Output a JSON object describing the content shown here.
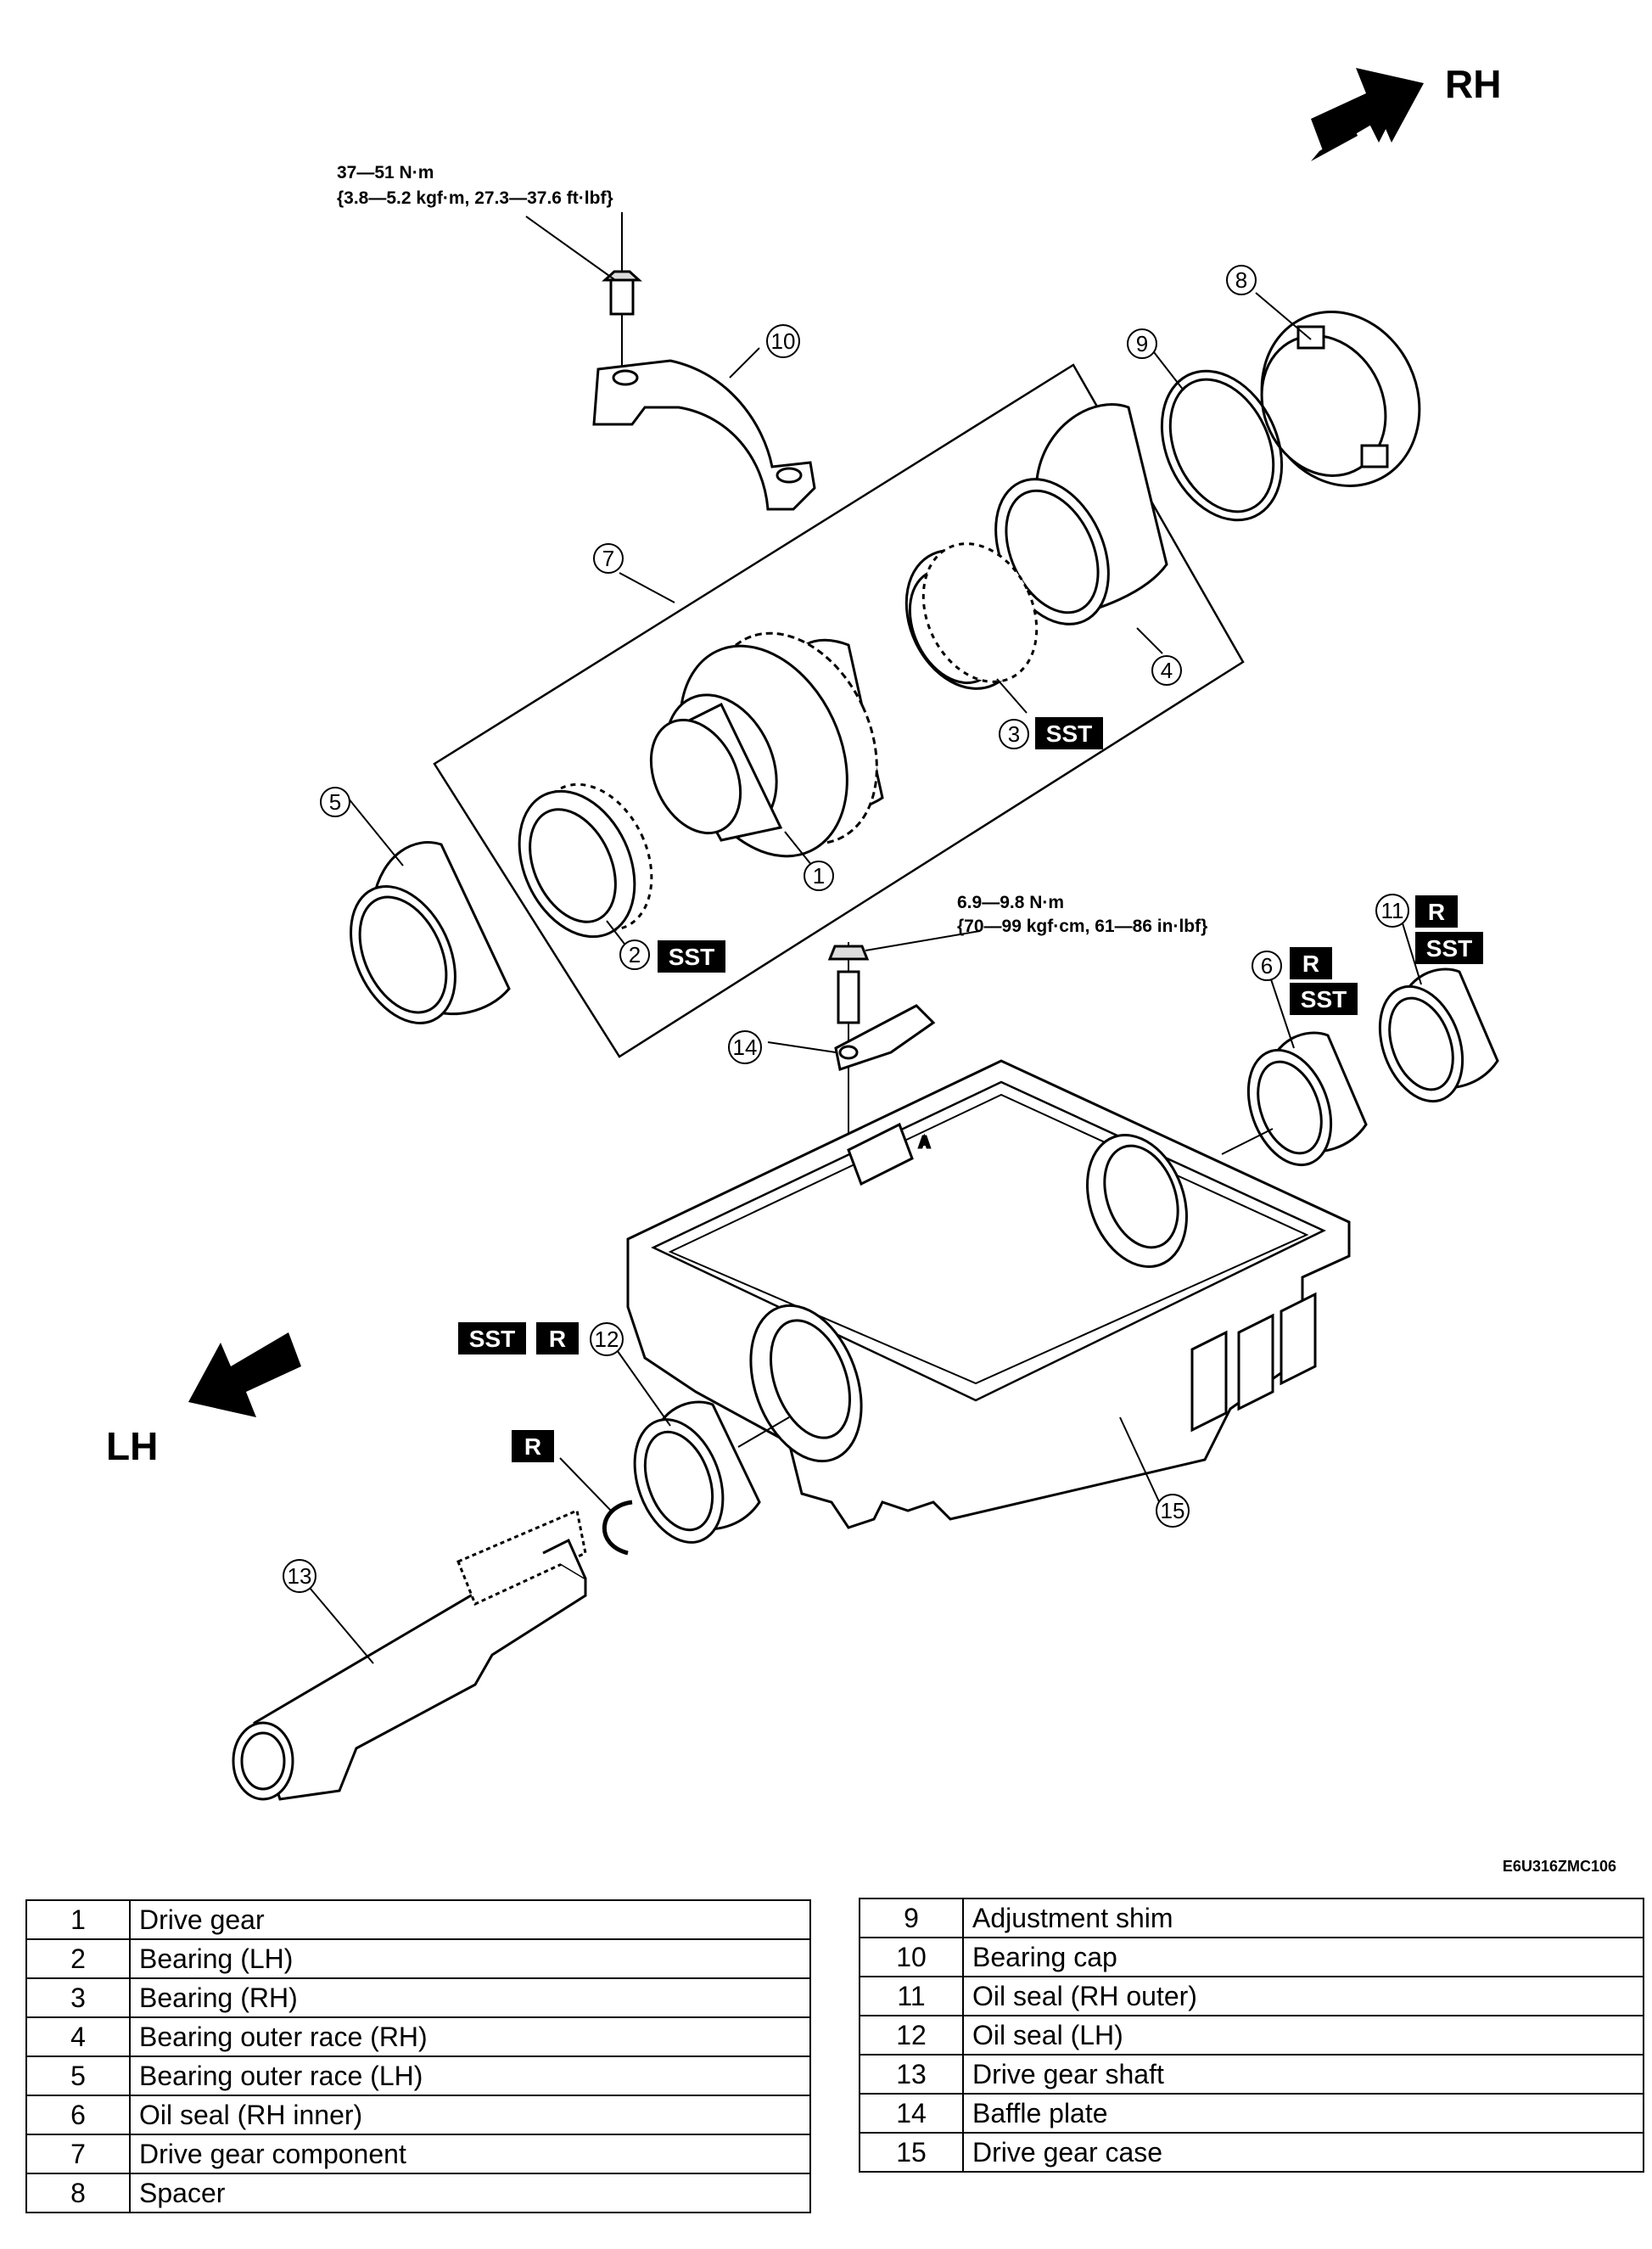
{
  "direction": {
    "rh": "RH",
    "lh": "LH"
  },
  "torque": {
    "cap_bolt": {
      "line1": "37—51 N·m",
      "line2": "{3.8—5.2 kgf·m, 27.3—37.6 ft·lbf}"
    },
    "baffle_bolt": {
      "line1": "6.9—9.8 N·m",
      "line2": "{70—99 kgf·cm, 61—86 in·lbf}"
    }
  },
  "callouts": [
    "1",
    "2",
    "3",
    "4",
    "5",
    "6",
    "7",
    "8",
    "9",
    "10",
    "11",
    "12",
    "13",
    "14",
    "15"
  ],
  "badges": {
    "sst": "SST",
    "r": "R"
  },
  "mark_a": "A",
  "figure_code": "E6U316ZMC106",
  "parts_left": [
    {
      "no": "1",
      "name": "Drive gear"
    },
    {
      "no": "2",
      "name": "Bearing (LH)"
    },
    {
      "no": "3",
      "name": "Bearing (RH)"
    },
    {
      "no": "4",
      "name": "Bearing outer race (RH)"
    },
    {
      "no": "5",
      "name": "Bearing outer race (LH)"
    },
    {
      "no": "6",
      "name": "Oil seal (RH inner)"
    },
    {
      "no": "7",
      "name": "Drive gear component"
    },
    {
      "no": "8",
      "name": "Spacer"
    }
  ],
  "parts_right": [
    {
      "no": "9",
      "name": "Adjustment shim"
    },
    {
      "no": "10",
      "name": "Bearing cap"
    },
    {
      "no": "11",
      "name": "Oil seal (RH outer)"
    },
    {
      "no": "12",
      "name": "Oil seal (LH)"
    },
    {
      "no": "13",
      "name": "Drive gear shaft"
    },
    {
      "no": "14",
      "name": "Baffle plate"
    },
    {
      "no": "15",
      "name": "Drive gear case"
    }
  ]
}
